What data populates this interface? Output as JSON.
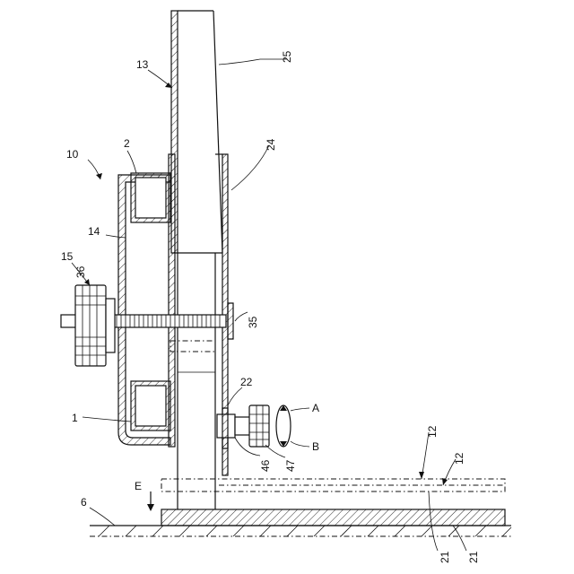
{
  "labels": {
    "l1": "1",
    "l2": "2",
    "l6": "6",
    "l10": "10",
    "l12a": "12",
    "l12b": "12",
    "l13": "13",
    "l14": "14",
    "l15": "15",
    "l21a": "21",
    "l21b": "21",
    "l22": "22",
    "l24": "24",
    "l25": "25",
    "l35": "35",
    "l36": "36",
    "l46": "46",
    "l47": "47",
    "lA": "A",
    "lB": "B",
    "lE": "E"
  }
}
